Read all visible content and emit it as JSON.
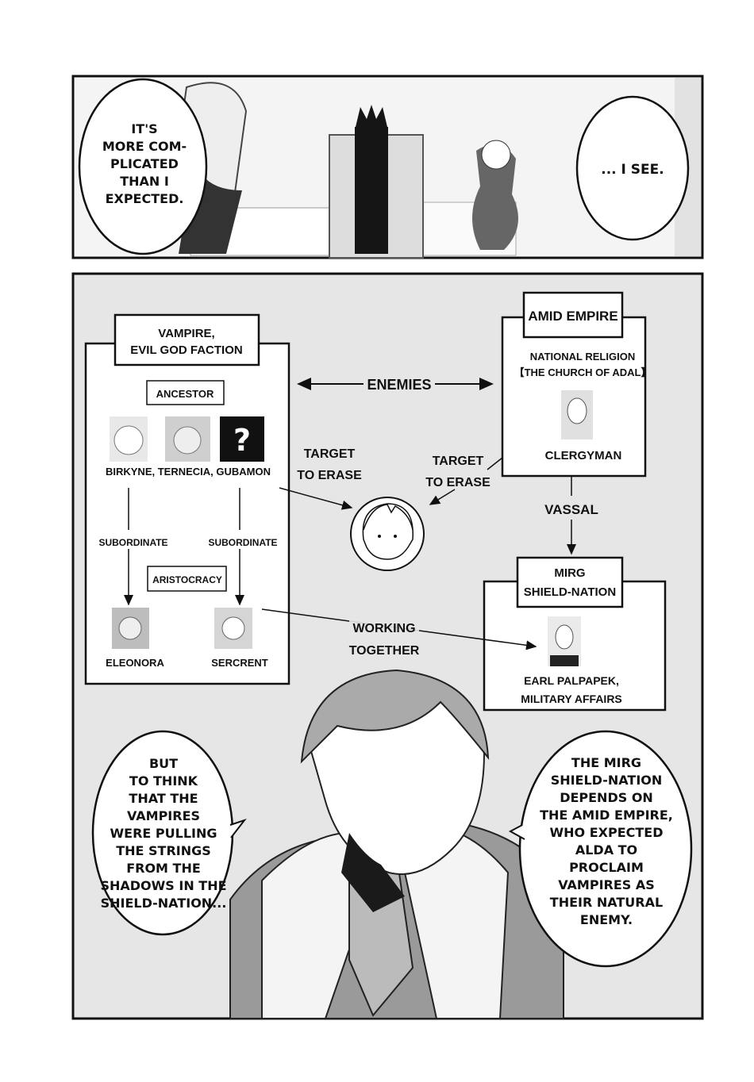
{
  "top_panel": {
    "bubble_left": [
      "IT'S",
      "MORE COM-",
      "PLICATED",
      "THAN I",
      "EXPECTED."
    ],
    "bubble_right": [
      "... I SEE."
    ]
  },
  "diagram": {
    "vampire_faction": {
      "title": [
        "VAMPIRE,",
        "EVIL GOD FACTION"
      ],
      "ancestor_label": "ANCESTOR",
      "ancestors_names": "BIRKYNE, TERNECIA, GUBAMON",
      "unknown_mark": "?",
      "subordinate_left": "SUBORDINATE",
      "subordinate_right": "SUBORDINATE",
      "aristocracy_label": "ARISTOCRACY",
      "member_left": "ELEONORA",
      "member_right": "SERCRENT"
    },
    "enemies_label": "ENEMIES",
    "target_left": [
      "TARGET",
      "TO ERASE"
    ],
    "target_right": [
      "TARGET",
      "TO ERASE"
    ],
    "amid_empire": {
      "title": "AMID EMPIRE",
      "religion": [
        "NATIONAL RELIGION",
        "【THE CHURCH OF ADAL】"
      ],
      "person": "CLERGYMAN"
    },
    "vassal_label": "VASSAL",
    "mirg": {
      "title": [
        "MIRG",
        "SHIELD-NATION"
      ],
      "person": [
        "EARL PALPAPEK,",
        "MILITARY AFFAIRS"
      ]
    },
    "working_label": [
      "WORKING",
      "TOGETHER"
    ]
  },
  "bottom_panel": {
    "bubble_left": [
      "BUT",
      "TO THINK",
      "THAT THE",
      "VAMPIRES",
      "WERE PULLING",
      "THE STRINGS",
      "FROM THE",
      "SHADOWS IN THE",
      "SHIELD-NATION..."
    ],
    "bubble_right": [
      "THE MIRG",
      "SHIELD-NATION",
      "DEPENDS ON",
      "THE AMID EMPIRE,",
      "WHO EXPECTED",
      "ALDA TO",
      "PROCLAIM",
      "VAMPIRES AS",
      "THEIR NATURAL",
      "ENEMY."
    ]
  },
  "colors": {
    "panel_bg": "#e6e6e6",
    "ink": "#111111",
    "paper": "#ffffff"
  }
}
